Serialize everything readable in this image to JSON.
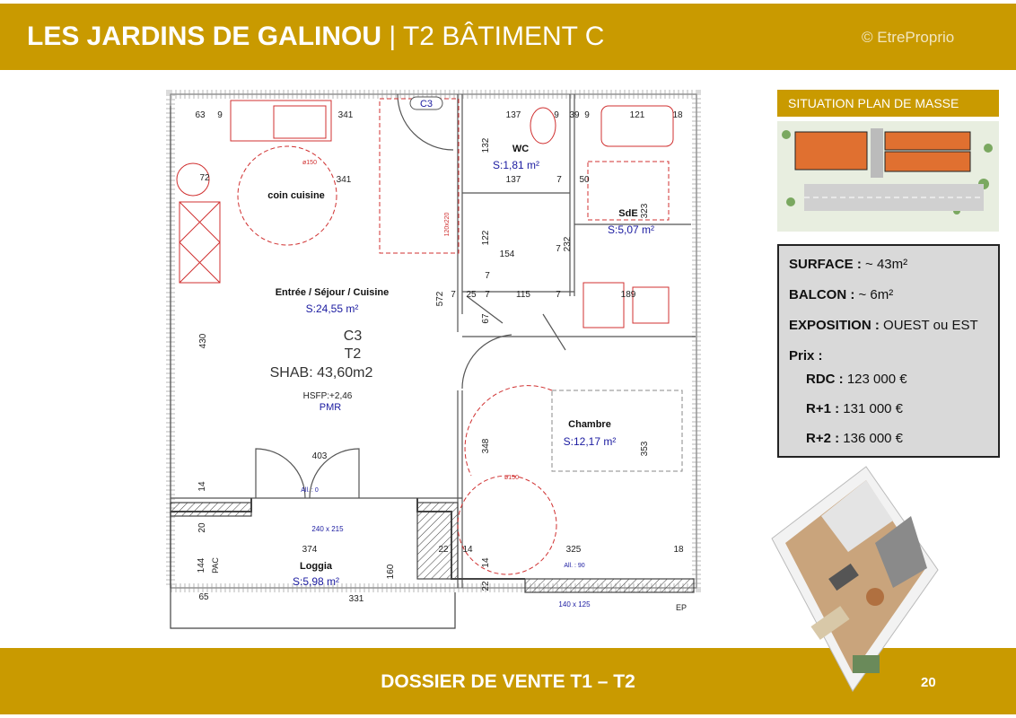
{
  "header": {
    "title_bold": "LES JARDINS DE GALINOU",
    "separator": "|",
    "title_rest": "T2 BÂTIMENT C",
    "watermark": "© EtreProprio"
  },
  "plan": {
    "unit_tag": "C3",
    "rooms": {
      "kitchen_corner": "coin cuisine",
      "living": {
        "name": "Entrée / Séjour / Cuisine",
        "area": "S:24,55 m²"
      },
      "wc": {
        "name": "WC",
        "area": "S:1,81 m²"
      },
      "bathroom": {
        "name": "SdE",
        "area": "S:5,07 m²"
      },
      "bedroom": {
        "name": "Chambre",
        "area": "S:12,17 m²"
      },
      "loggia": {
        "name": "Loggia",
        "area": "S:5,98 m²"
      }
    },
    "unit": {
      "code": "C3",
      "type": "T2",
      "shab": "SHAB: 43,60m2",
      "hsfp": "HSFP:+2,46",
      "pmr": "PMR"
    },
    "openings": [
      "240 x 215",
      "140 x 125",
      "All. : 0",
      "All. : 90",
      "ø150",
      "ø150",
      "120x220"
    ],
    "misc": [
      "PAC",
      "EP"
    ],
    "dims": [
      "63",
      "9",
      "341",
      "137",
      "9",
      "39",
      "9",
      "121",
      "18",
      "341",
      "72",
      "137",
      "7",
      "50",
      "154",
      "122",
      "132",
      "232",
      "323",
      "572",
      "7",
      "25",
      "7",
      "115",
      "7",
      "189",
      "430",
      "403",
      "348",
      "353",
      "14",
      "20",
      "374",
      "22",
      "14",
      "325",
      "18",
      "160",
      "65",
      "331",
      "14",
      "22",
      "144",
      "67",
      "7",
      "7"
    ]
  },
  "situation": {
    "label": "SITUATION PLAN DE MASSE"
  },
  "info": {
    "surface_label": "SURFACE :",
    "surface_value": "~ 43m²",
    "balcon_label": "BALCON :",
    "balcon_value": "~ 6m²",
    "exposition_label": "EXPOSITION :",
    "exposition_value": "OUEST ou EST",
    "prix_label": "Prix :",
    "prices": [
      {
        "level": "RDC :",
        "price": "123 000 €"
      },
      {
        "level": "R+1 :",
        "price": "131 000 €"
      },
      {
        "level": "R+2 :",
        "price": "136 000 €"
      }
    ]
  },
  "footer": {
    "title": "DOSSIER DE VENTE T1 – T2",
    "page": "20"
  },
  "colors": {
    "brand_gold": "#c99a00",
    "info_box": "#d9d9d9",
    "area_blue": "#1a1aa0",
    "plan_red": "#d03030"
  }
}
